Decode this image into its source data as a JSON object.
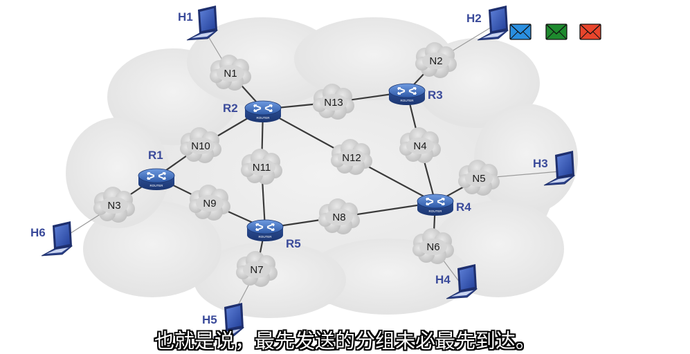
{
  "hosts": [
    {
      "id": "H1",
      "label": "H1"
    },
    {
      "id": "H2",
      "label": "H2"
    },
    {
      "id": "H3",
      "label": "H3"
    },
    {
      "id": "H4",
      "label": "H4"
    },
    {
      "id": "H5",
      "label": "H5"
    },
    {
      "id": "H6",
      "label": "H6"
    }
  ],
  "routers": [
    {
      "id": "R1",
      "label": "R1",
      "badge": "ROUTER"
    },
    {
      "id": "R2",
      "label": "R2",
      "badge": "ROUTER"
    },
    {
      "id": "R3",
      "label": "R3",
      "badge": "ROUTER"
    },
    {
      "id": "R4",
      "label": "R4",
      "badge": "ROUTER"
    },
    {
      "id": "R5",
      "label": "R5",
      "badge": "ROUTER"
    }
  ],
  "networks": [
    {
      "id": "N1",
      "label": "N1"
    },
    {
      "id": "N2",
      "label": "N2"
    },
    {
      "id": "N3",
      "label": "N3"
    },
    {
      "id": "N4",
      "label": "N4"
    },
    {
      "id": "N5",
      "label": "N5"
    },
    {
      "id": "N6",
      "label": "N6"
    },
    {
      "id": "N7",
      "label": "N7"
    },
    {
      "id": "N8",
      "label": "N8"
    },
    {
      "id": "N9",
      "label": "N9"
    },
    {
      "id": "N10",
      "label": "N10"
    },
    {
      "id": "N11",
      "label": "N11"
    },
    {
      "id": "N12",
      "label": "N12"
    },
    {
      "id": "N13",
      "label": "N13"
    }
  ],
  "links": [
    [
      "H1",
      "N1"
    ],
    [
      "N1",
      "R2"
    ],
    [
      "R2",
      "N13"
    ],
    [
      "N13",
      "R3"
    ],
    [
      "R3",
      "N2"
    ],
    [
      "N2",
      "H2"
    ],
    [
      "R2",
      "N10"
    ],
    [
      "N10",
      "R1"
    ],
    [
      "R1",
      "N3"
    ],
    [
      "N3",
      "H6"
    ],
    [
      "R1",
      "N9"
    ],
    [
      "N9",
      "R5"
    ],
    [
      "R2",
      "N11"
    ],
    [
      "N11",
      "R5"
    ],
    [
      "R2",
      "N12"
    ],
    [
      "N12",
      "R4"
    ],
    [
      "R3",
      "N4"
    ],
    [
      "N4",
      "R4"
    ],
    [
      "R4",
      "N5"
    ],
    [
      "N5",
      "H3"
    ],
    [
      "R5",
      "N8"
    ],
    [
      "N8",
      "R4"
    ],
    [
      "R4",
      "N6"
    ],
    [
      "N6",
      "H4"
    ],
    [
      "R5",
      "N7"
    ],
    [
      "N7",
      "H5"
    ]
  ],
  "envelopes": [
    {
      "color": "#2a8fe0",
      "name": "blue-envelope-icon"
    },
    {
      "color": "#1e8a2e",
      "name": "green-envelope-icon"
    },
    {
      "color": "#e8452c",
      "name": "red-envelope-icon"
    }
  ],
  "subtitle": "也就是说，最先发送的分组未必最先到达。"
}
